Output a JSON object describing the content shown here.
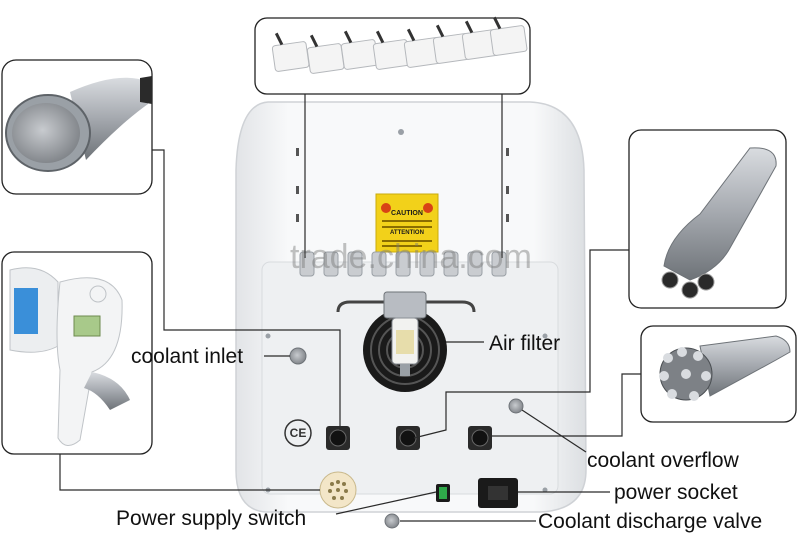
{
  "labels": {
    "coolant_inlet": "coolant inlet",
    "air_filter": "Air filter",
    "coolant_overflow": "coolant overflow",
    "power_socket": "power socket",
    "power_supply_switch": "Power supply switch",
    "coolant_discharge_valve": "Coolant discharge valve"
  },
  "caution_sticker": {
    "title": "CAUTION",
    "subtitle": "ATTENTION"
  },
  "ce_mark": "CE",
  "watermark": "trade.china.com",
  "colors": {
    "callout_line": "#2a2a2a",
    "frame_border": "#222222",
    "device_body": "#f3f4f6",
    "panel": "#e9ebee",
    "caution_yellow": "#f2d11a",
    "switch_green": "#2fa84a",
    "handpiece_metal": "#a9adb3"
  }
}
